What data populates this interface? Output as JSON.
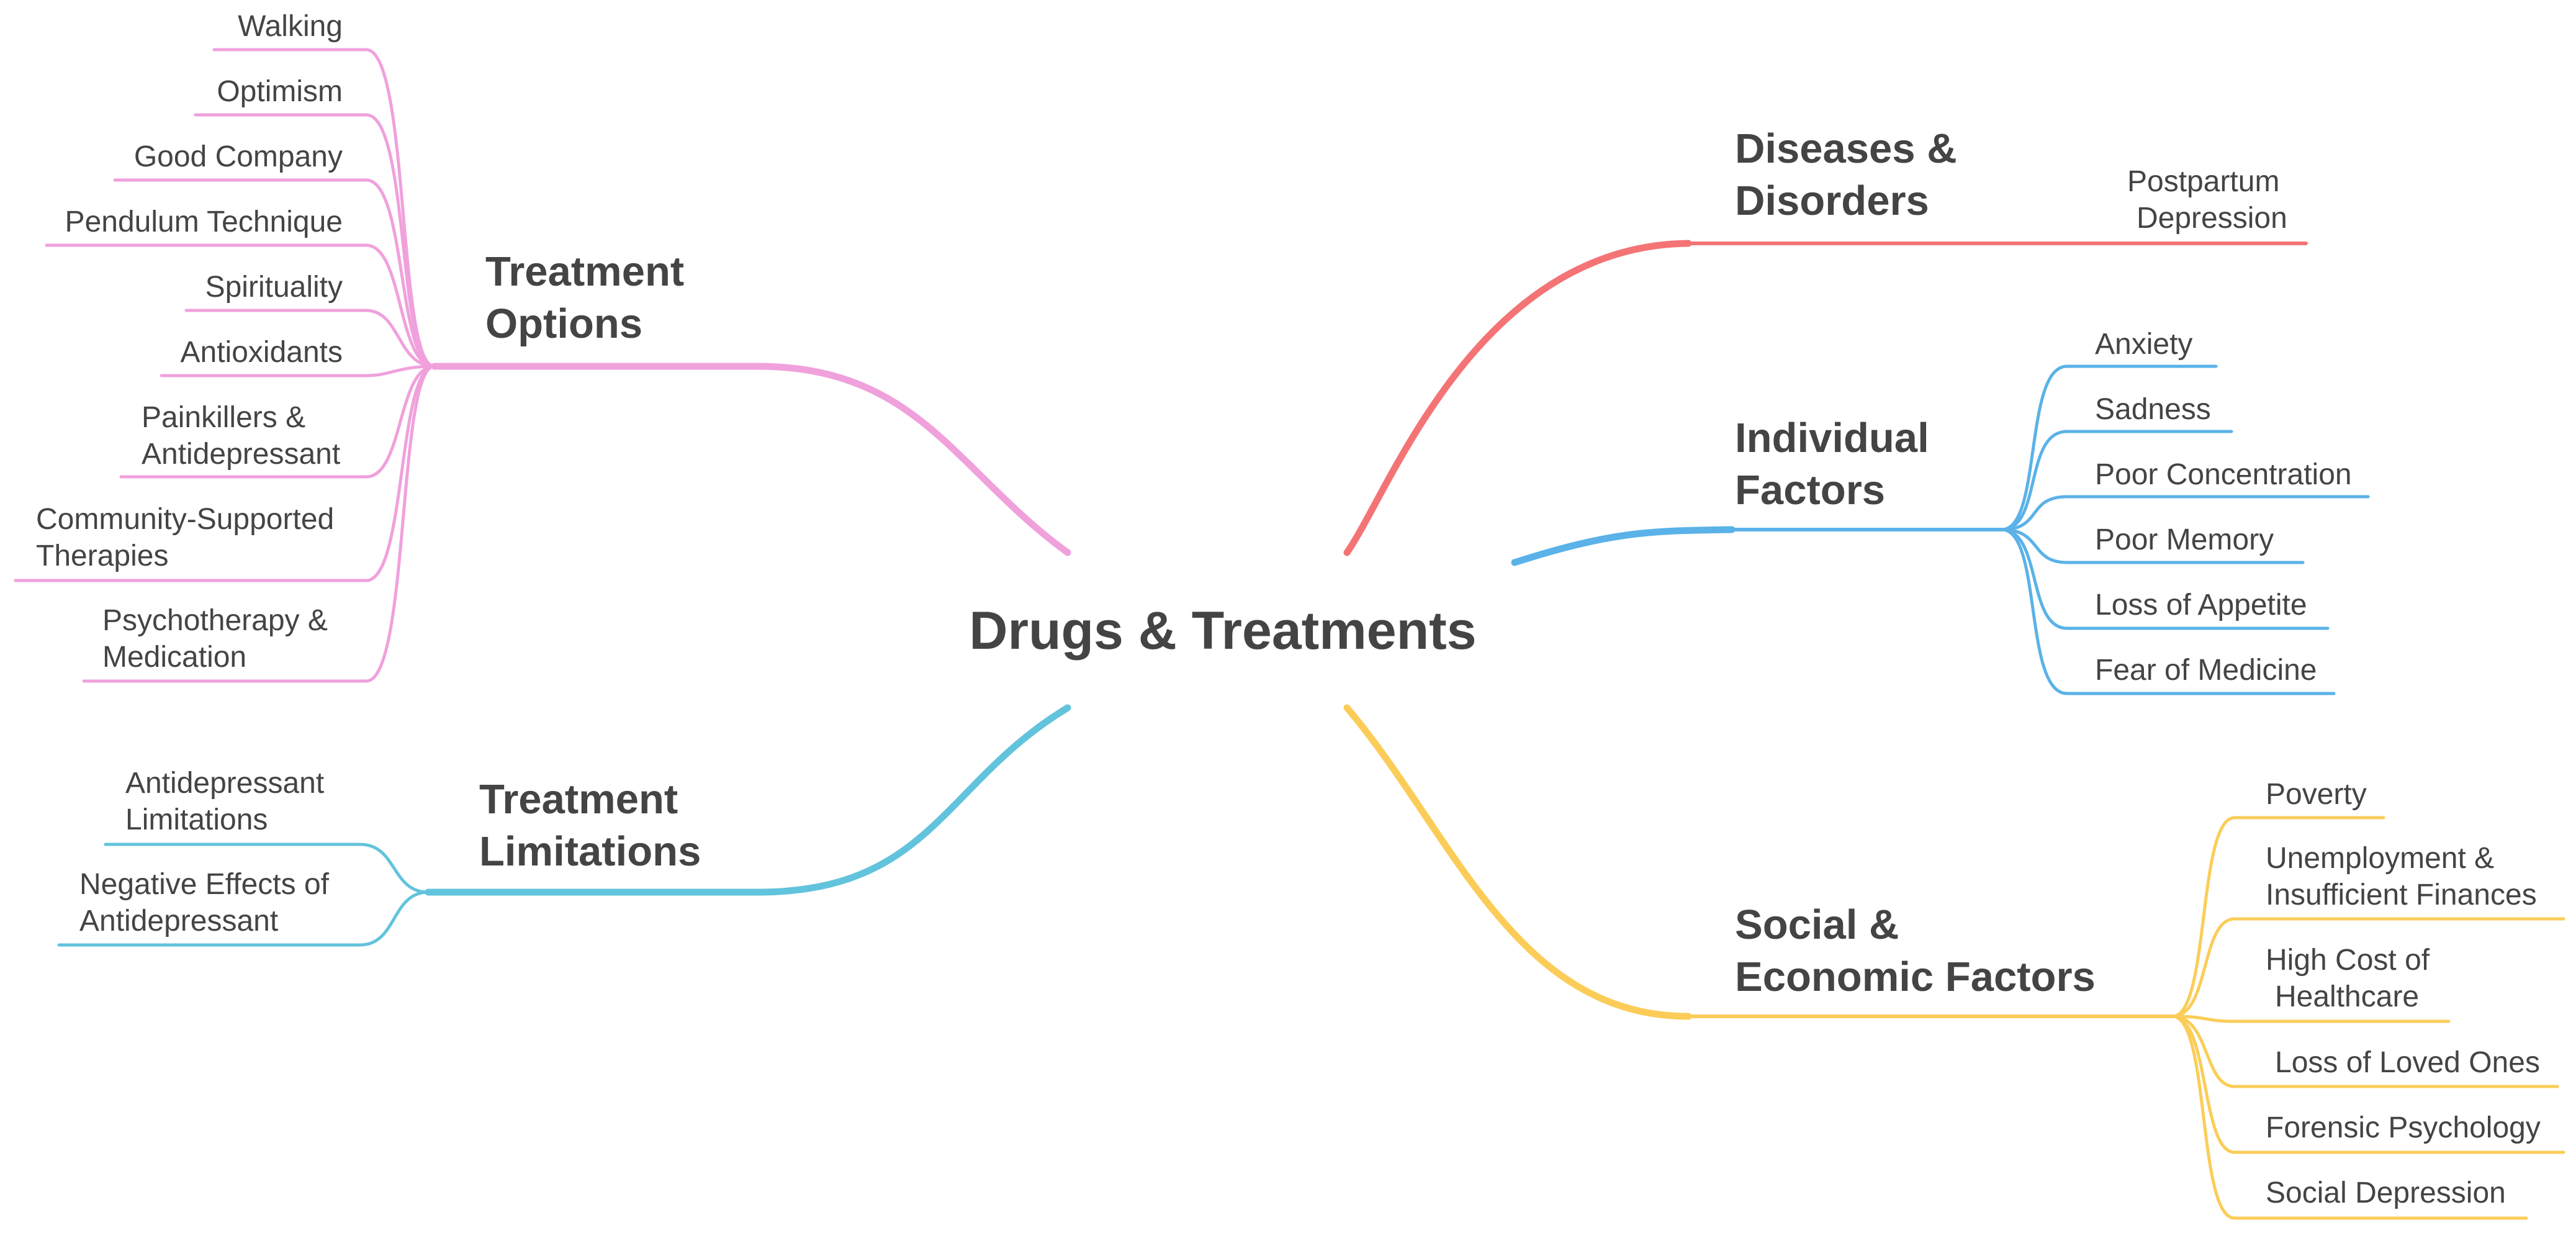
{
  "title": "Drugs & Treatments",
  "colors": {
    "diseases": "#f47476",
    "individual": "#5ab2e8",
    "social": "#fbcd58",
    "options": "#f0a1dc",
    "limitations": "#62c3dc",
    "text": "#444444"
  },
  "branches": {
    "diseases": {
      "label": [
        "Diseases &",
        "Disorders"
      ],
      "leaves": [
        {
          "lines": [
            "Postpartum",
            "Depression"
          ]
        }
      ]
    },
    "individual": {
      "label": [
        "Individual",
        "Factors"
      ],
      "leaves": [
        {
          "lines": [
            "Anxiety"
          ]
        },
        {
          "lines": [
            "Sadness"
          ]
        },
        {
          "lines": [
            "Poor Concentration"
          ]
        },
        {
          "lines": [
            "Poor Memory"
          ]
        },
        {
          "lines": [
            "Loss of Appetite"
          ]
        },
        {
          "lines": [
            "Fear of Medicine"
          ]
        }
      ]
    },
    "social": {
      "label": [
        "Social &",
        "Economic Factors"
      ],
      "leaves": [
        {
          "lines": [
            "Poverty"
          ]
        },
        {
          "lines": [
            "Unemployment &",
            "Insufficient Finances"
          ]
        },
        {
          "lines": [
            "High Cost of",
            "Healthcare"
          ]
        },
        {
          "lines": [
            "Loss of Loved Ones"
          ]
        },
        {
          "lines": [
            "Forensic Psychology"
          ]
        },
        {
          "lines": [
            "Social Depression"
          ]
        }
      ]
    },
    "options": {
      "label": [
        "Treatment",
        "Options"
      ],
      "leaves": [
        {
          "lines": [
            "Walking"
          ]
        },
        {
          "lines": [
            "Optimism"
          ]
        },
        {
          "lines": [
            "Good Company"
          ]
        },
        {
          "lines": [
            "Pendulum Technique"
          ]
        },
        {
          "lines": [
            "Spirituality"
          ]
        },
        {
          "lines": [
            "Antioxidants"
          ]
        },
        {
          "lines": [
            "Painkillers &",
            "Antidepressant"
          ]
        },
        {
          "lines": [
            "Community-Supported",
            "Therapies"
          ]
        },
        {
          "lines": [
            "Psychotherapy &",
            "Medication"
          ]
        }
      ]
    },
    "limitations": {
      "label": [
        "Treatment",
        "Limitations"
      ],
      "leaves": [
        {
          "lines": [
            "Antidepressant",
            "Limitations"
          ]
        },
        {
          "lines": [
            "Negative Effects of",
            "Antidepressant"
          ]
        }
      ]
    }
  }
}
